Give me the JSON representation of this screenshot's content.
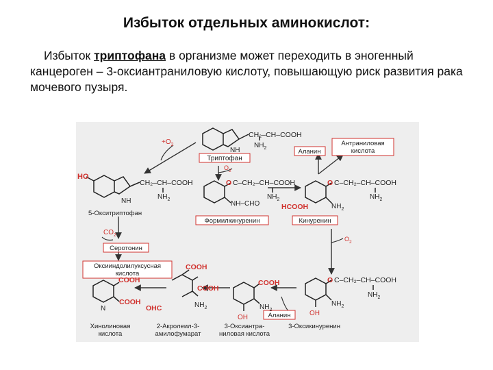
{
  "title": "Избыток отдельных аминокислот:",
  "paragraph": {
    "before": "Избыток ",
    "highlight": "триптофана",
    "after": " в организме может переходить в эногенный канцероген – 3-оксиантраниловую кислоту, повышающую риск развития рака мочевого пузыря."
  },
  "diagram": {
    "colors": {
      "background": "#eeeeee",
      "accent": "#d0312d",
      "ink": "#222222"
    },
    "labels": {
      "tryptophan": "Триптофан",
      "alanine_top": "Аланин",
      "anthranilic": [
        "Антраниловая",
        "кислота"
      ],
      "hydroxytryptophan": "5-Окситриптофан",
      "formylkynurenine": "Формилкинуренин",
      "kynurenine": "Кинуренин",
      "serotonin": "Серотонин",
      "hydroxyindoleacetic": [
        "Оксииндолилуксусная",
        "кислота"
      ],
      "quinolinic": [
        "Хинолиновая",
        "кислота"
      ],
      "acroleyl": [
        "2-Акролеил-3-",
        "амилофумарат"
      ],
      "hydroxyanthranilic": [
        "3-Оксиантра-",
        "ниловая кислота"
      ],
      "hydroxykynurenine": "3-Оксикинуренин",
      "alanine_bottom": "Аланин"
    },
    "groups": {
      "o2_plus": "+O",
      "o2": "O",
      "two": "2",
      "co2": "CO",
      "ho": "HO",
      "oh": "OH",
      "nh": "NH",
      "nh2": "NH",
      "nh_cho": "NH–CHO",
      "cooh": "COOH",
      "hcooh": "HCOOH",
      "ohc": "OHC",
      "n": "N",
      "side_ch2": "CH₂–CH–COOH",
      "side_co": "C–CH₂–CH–COOH",
      "o_red": "O"
    }
  }
}
